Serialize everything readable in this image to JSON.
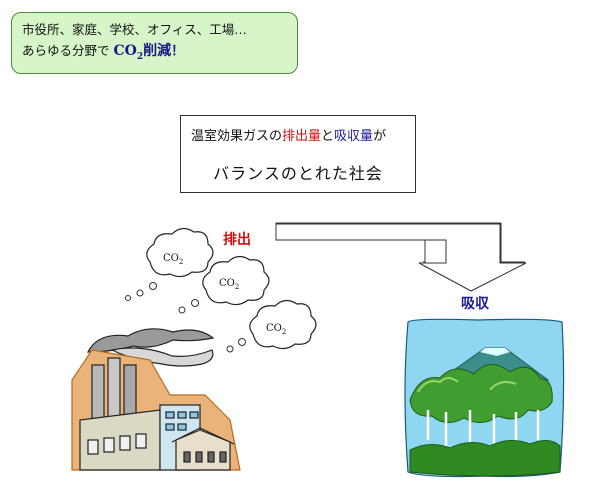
{
  "callout": {
    "line1": "市役所、家庭、学校、オフィス、工場…",
    "line2_prefix": "あらゆる分野で",
    "co2_main": "CO",
    "co2_sub": "2",
    "reduction": "削減",
    "exclaim": "！"
  },
  "balance": {
    "part1": "温室効果ガスの",
    "emission": "排出量",
    "part2": "と",
    "absorption": "吸収量",
    "part3": "が",
    "line2": "バランスのとれた社会"
  },
  "labels": {
    "emit": "排出",
    "absorb": "吸収"
  },
  "clouds": [
    {
      "main": "CO",
      "sub": "2"
    },
    {
      "main": "CO",
      "sub": "2"
    },
    {
      "main": "CO",
      "sub": "2"
    }
  ],
  "colors": {
    "callout_bg": "#d6f5c8",
    "emission": "#cc1111",
    "absorption": "#1a1a99"
  }
}
